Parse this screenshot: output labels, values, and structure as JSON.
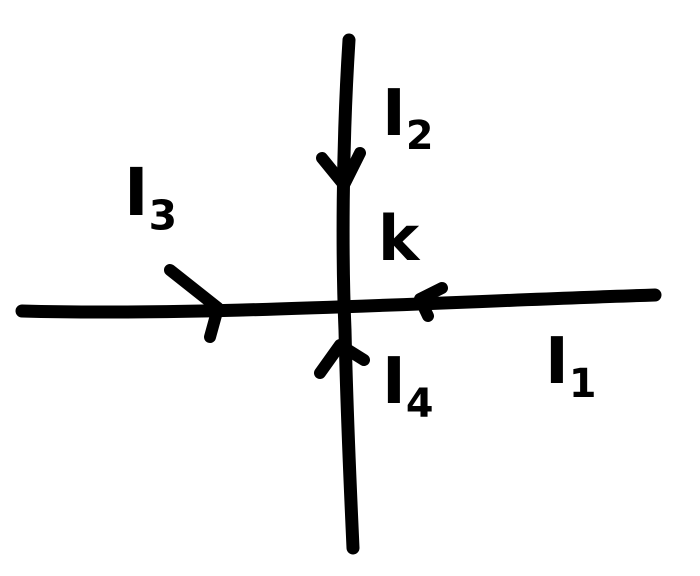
{
  "diagram": {
    "ink_color": "#000000",
    "background_color": "#ffffff",
    "node_label": "k",
    "currents": [
      {
        "main": "I",
        "sub": "1",
        "direction": "into-node"
      },
      {
        "main": "I",
        "sub": "2",
        "direction": "into-node"
      },
      {
        "main": "I",
        "sub": "3",
        "direction": "into-node"
      },
      {
        "main": "I",
        "sub": "4",
        "direction": "into-node"
      }
    ]
  }
}
